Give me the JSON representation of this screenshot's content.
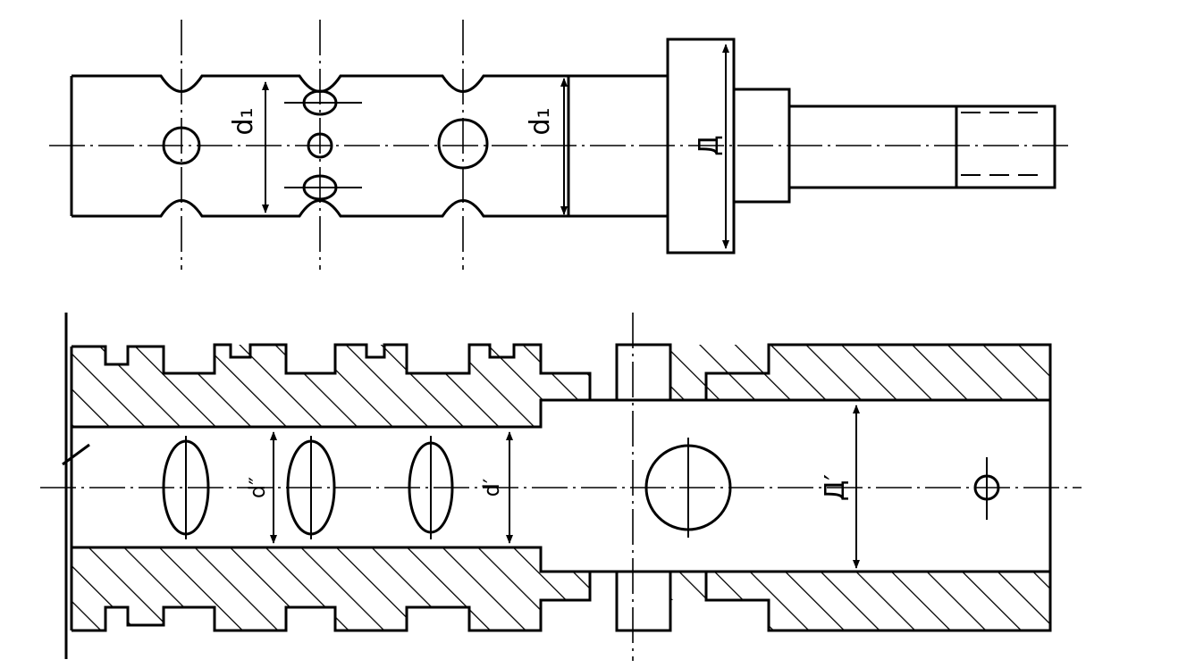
{
  "labels": {
    "top_diameter_left": "d₁",
    "top_diameter_right": "d₁",
    "flange_diameter": "Д",
    "bore_diameter_left": "d″",
    "bore_diameter_right": "d′",
    "counterbore_diameter": "Д′"
  },
  "colors": {
    "ink": "#000000",
    "paper": "#ffffff"
  }
}
